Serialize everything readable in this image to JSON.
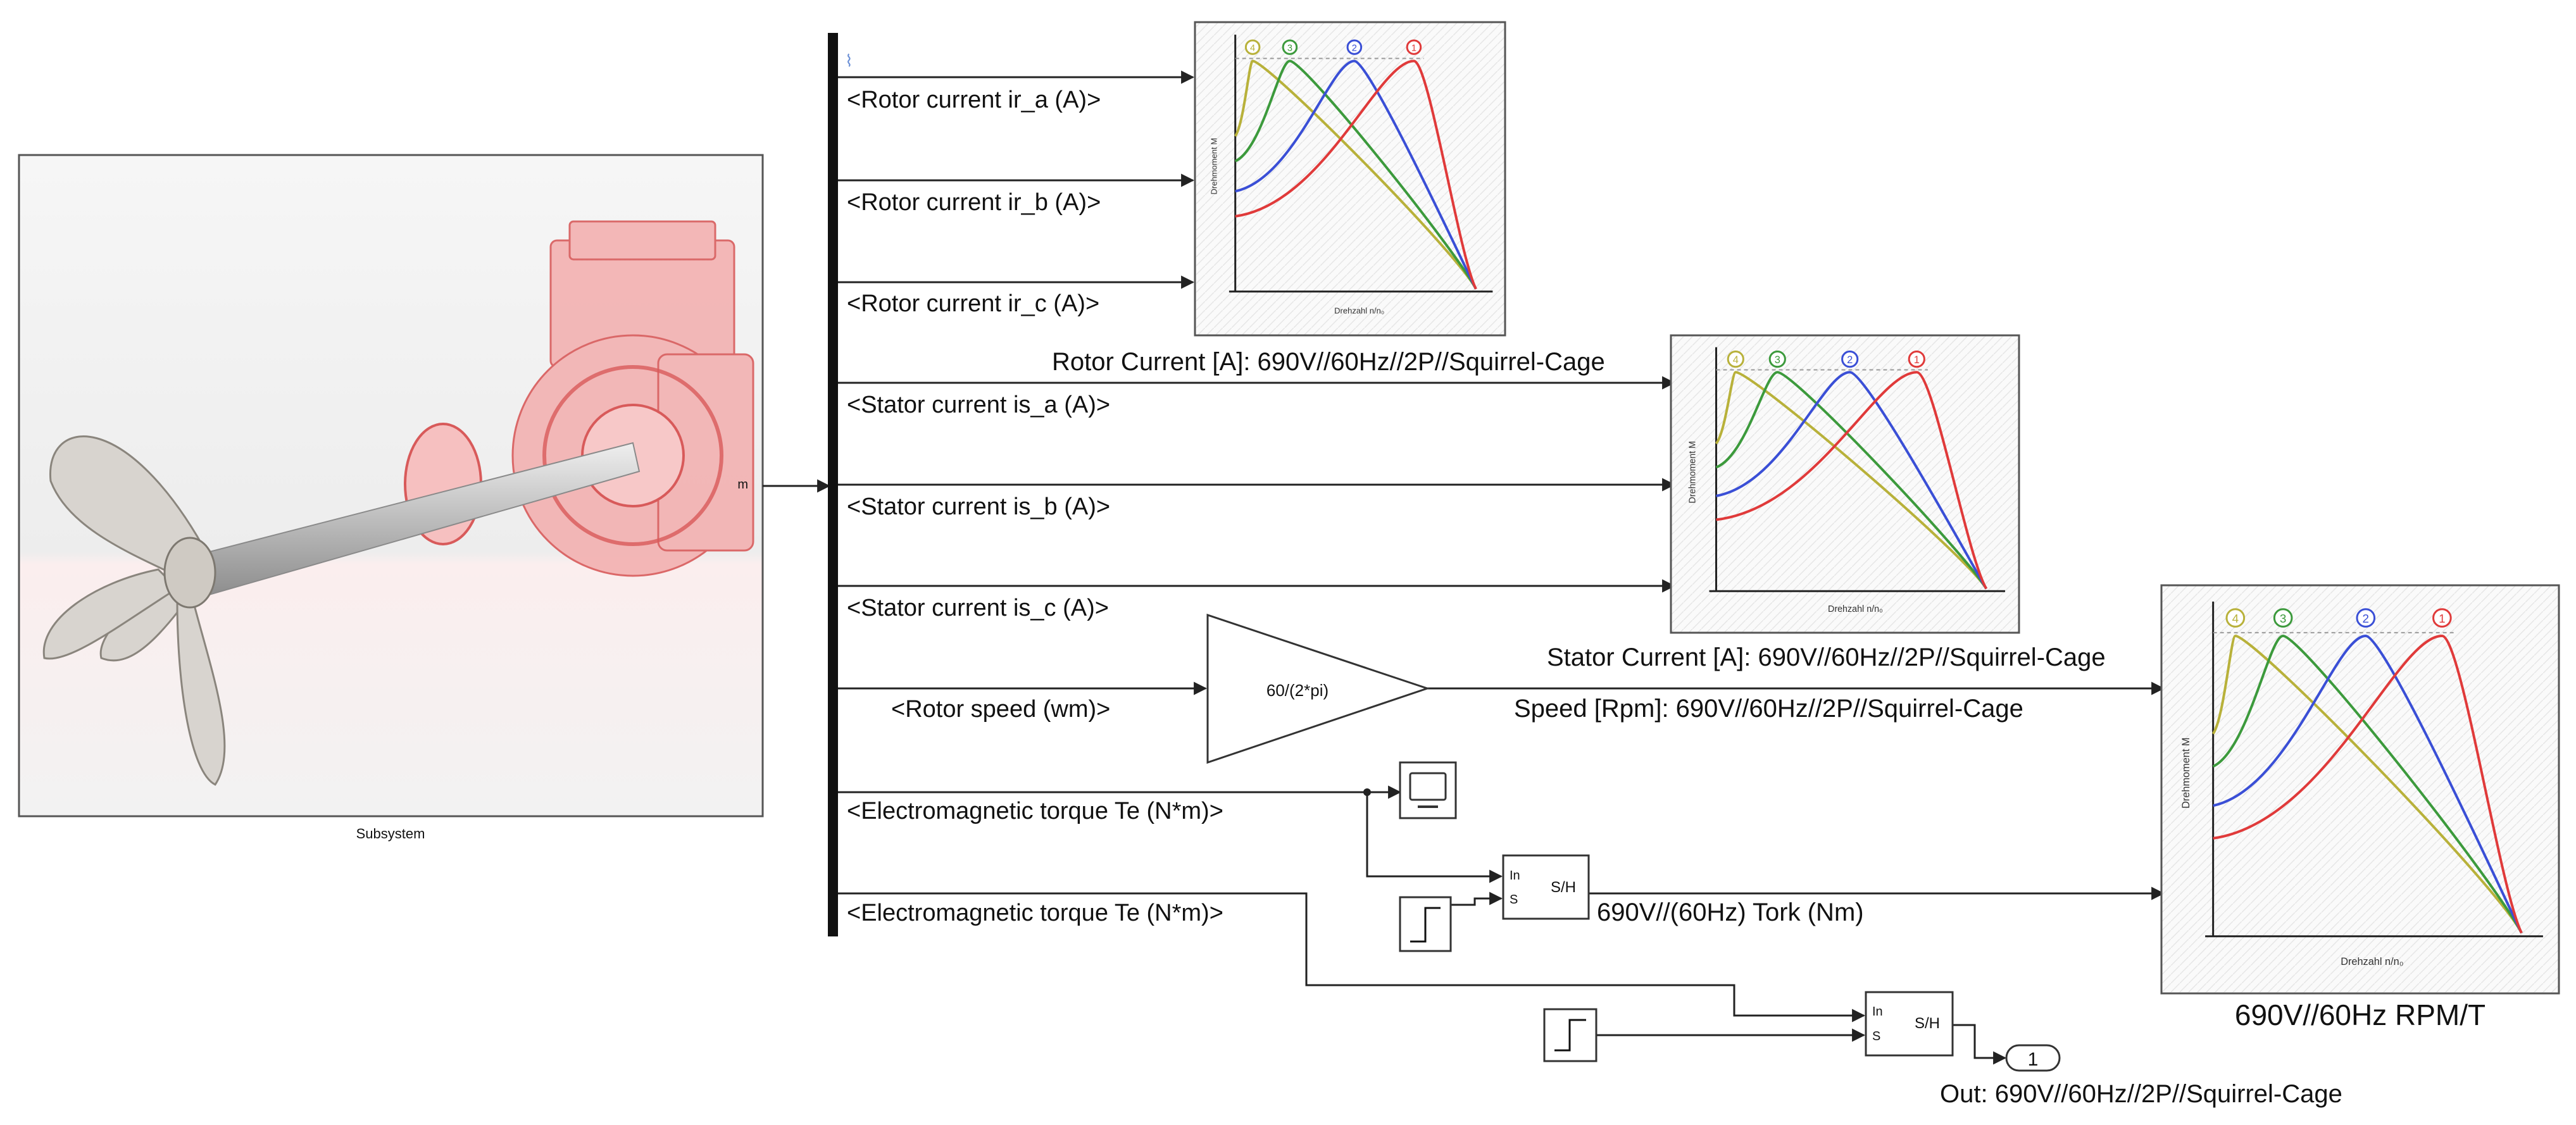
{
  "subsystem": {
    "port_label": "m",
    "name": "Subsystem"
  },
  "signals": [
    "<Rotor current ir_a (A)>",
    "<Rotor current ir_b (A)>",
    "<Rotor current ir_c (A)>",
    "<Stator current is_a (A)>",
    "<Stator current is_b (A)>",
    "<Stator current is_c (A)>",
    "<Rotor speed (wm)>",
    "<Electromagnetic torque Te (N*m)>",
    "<Electromagnetic torque Te (N*m)>"
  ],
  "gain": {
    "expression": "60/(2*pi)"
  },
  "scopes": {
    "rotor": {
      "caption": "Rotor Current [A]: 690V//60Hz//2P//Squirrel-Cage"
    },
    "stator": {
      "caption": "Stator Current [A]: 690V//60Hz//2P//Squirrel-Cage"
    },
    "speed": {
      "caption": "Speed [Rpm]: 690V//60Hz//2P//Squirrel-Cage"
    },
    "rpm_torque": {
      "caption": "690V//60Hz RPM/T"
    }
  },
  "plot_text": {
    "ylabel": "Drehmoment M",
    "xlabel": "Drehzahl n/n₀",
    "markers": [
      "4",
      "3",
      "2",
      "1"
    ]
  },
  "sample_hold": {
    "in_port": "In",
    "s_port": "S",
    "name": "S/H"
  },
  "torque_label": "690V//(60Hz) Tork (Nm)",
  "outport": {
    "number": "1",
    "caption": "Out: 690V//60Hz//2P//Squirrel-Cage"
  },
  "colors": {
    "curve_4": "#b8b13a",
    "curve_3": "#3c9a3c",
    "curve_2": "#3a4fd6",
    "curve_1": "#e03a3a"
  }
}
